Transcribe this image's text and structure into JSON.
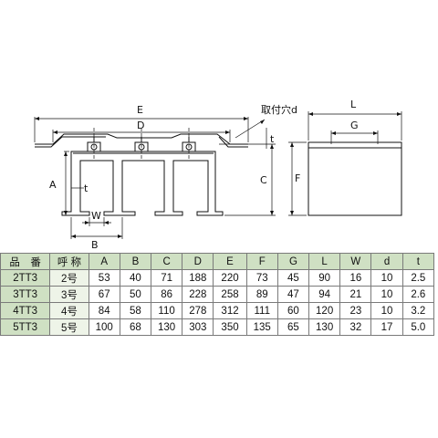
{
  "drawing": {
    "labels": {
      "E": "E",
      "D": "D",
      "hole": "取付穴d",
      "t_top": "t",
      "L": "L",
      "G": "G",
      "A": "A",
      "t_left": "t",
      "C": "C",
      "F": "F",
      "W": "W",
      "B": "B"
    }
  },
  "table": {
    "headers": [
      "品　番",
      "呼 称",
      "A",
      "B",
      "C",
      "D",
      "E",
      "F",
      "G",
      "L",
      "W",
      "d",
      "t"
    ],
    "rows": [
      [
        "2TT3",
        "2号",
        "53",
        "40",
        "71",
        "188",
        "220",
        "73",
        "45",
        "90",
        "16",
        "10",
        "2.5"
      ],
      [
        "3TT3",
        "3号",
        "67",
        "50",
        "86",
        "228",
        "258",
        "89",
        "47",
        "94",
        "21",
        "10",
        "2.6"
      ],
      [
        "4TT3",
        "4号",
        "84",
        "58",
        "110",
        "278",
        "312",
        "111",
        "60",
        "120",
        "23",
        "10",
        "3.2"
      ],
      [
        "5TT3",
        "5号",
        "100",
        "68",
        "130",
        "303",
        "350",
        "135",
        "65",
        "130",
        "32",
        "17",
        "5.0"
      ]
    ]
  },
  "colors": {
    "header_bg": "#cfe0c3",
    "name_bg": "#eef4e8",
    "line": "#111111",
    "grid": "#7a7a7a"
  }
}
